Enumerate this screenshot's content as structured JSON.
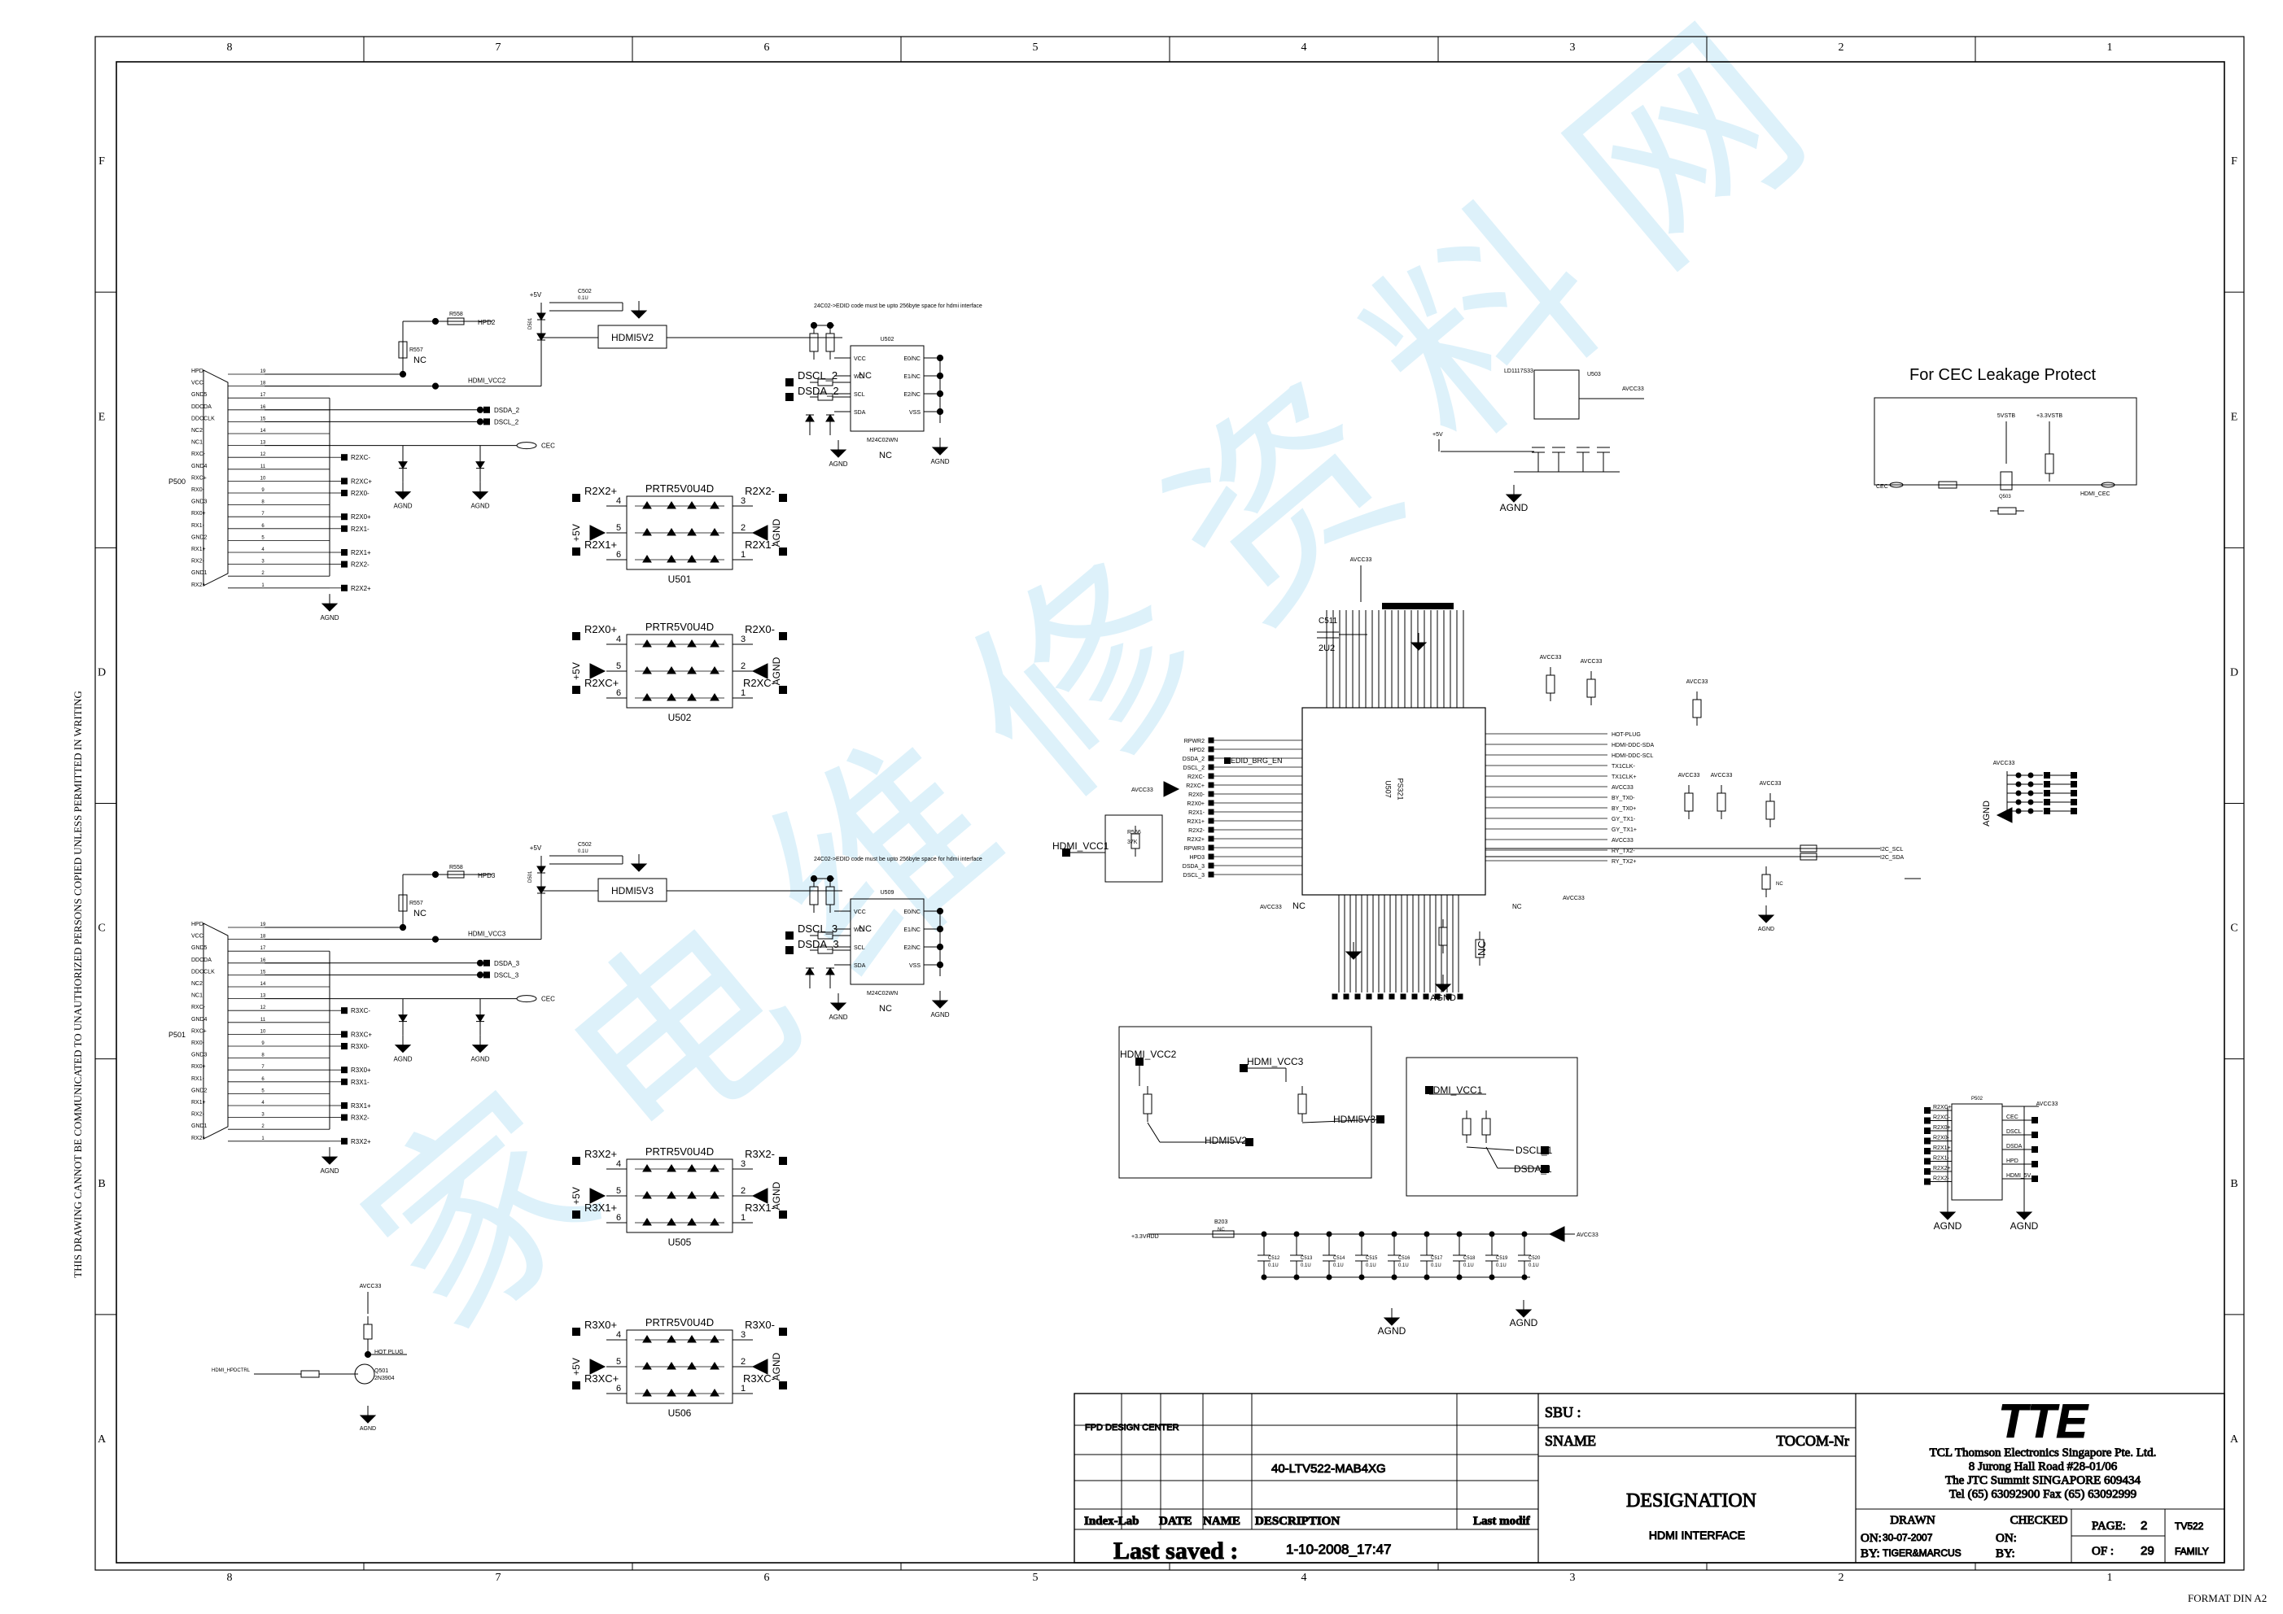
{
  "border": {
    "columns": [
      "8",
      "7",
      "6",
      "5",
      "4",
      "3",
      "2",
      "1"
    ],
    "rows": [
      "F",
      "E",
      "D",
      "C",
      "B",
      "A"
    ],
    "side_note": "THIS DRAWING CANNOT BE COMMUNICATED TO UNAUTHORIZED PERSONS COPIED UNLESS PERMITTED IN WRITING",
    "format": "FORMAT DIN A2"
  },
  "watermark": "家电维修资料网",
  "cec": {
    "title": "For CEC Leakage Protect",
    "net_in": "CEC",
    "net_out": "HDMI_CEC",
    "q": "Q503",
    "supply_a": "5VSTB",
    "supply_b": "+3.3VSTB"
  },
  "connectors": [
    {
      "ref": "P500",
      "pins": [
        "HPD",
        "VCC",
        "GND5",
        "DDCDA",
        "DDCCLK",
        "NC2",
        "NC1",
        "RXC-",
        "GND4",
        "RXC+",
        "RX0-",
        "GND3",
        "RX0+",
        "RX1-",
        "GND2",
        "RX1+",
        "RX2-",
        "GND1",
        "RX2+"
      ],
      "sig": [
        "R2XC-",
        "R2XC+",
        "R2X0-",
        "R2X0+",
        "R2X1-",
        "R2X1+",
        "R2X2-",
        "R2X2+"
      ],
      "ddc_a": "DSDA_2",
      "ddc_b": "DSCL_2",
      "hpd": "HPD2",
      "pwr": "RPWR2",
      "vcc": "HDMI_VCC2",
      "box": "HDMI5V2",
      "note": "24C02->EDID code must be upto 256byte space for hdmi interface",
      "eeprom": "U502",
      "dscl": "DSCL_2",
      "dsda": "DSDA_2"
    },
    {
      "ref": "P501",
      "pins": [
        "HPD",
        "VCC",
        "GND5",
        "DDCDA",
        "DDCCLK",
        "NC2",
        "NC1",
        "RXC-",
        "GND4",
        "RXC+",
        "RX0-",
        "GND3",
        "RX0+",
        "RX1-",
        "GND2",
        "RX1+",
        "RX2-",
        "GND1",
        "RX2+"
      ],
      "sig": [
        "R3XC-",
        "R3XC+",
        "R3X0-",
        "R3X0+",
        "R3X1-",
        "R3X1+",
        "R3X2-",
        "R3X2+"
      ],
      "ddc_a": "DSDA_3",
      "ddc_b": "DSCL_3",
      "hpd": "HPD3",
      "pwr": "RPWR3",
      "vcc": "HDMI_VCC3",
      "box": "HDMI5V3",
      "note": "24C02->EDID code must be upto 256byte space for hdmi interface",
      "eeprom": "U509",
      "dscl": "DSCL_3",
      "dsda": "DSDA_3"
    }
  ],
  "esd": [
    {
      "ref": "U501",
      "part": "PRTR5V0U4D",
      "tl": "R2X2+",
      "tr": "R2X2-",
      "bl": "R2X1+",
      "br": "R2X1-"
    },
    {
      "ref": "U502",
      "part": "PRTR5V0U4D",
      "tl": "R2X0+",
      "tr": "R2X0-",
      "bl": "R2XC+",
      "br": "R2XC-"
    },
    {
      "ref": "U505",
      "part": "PRTR5V0U4D",
      "tl": "R3X2+",
      "tr": "R3X2-",
      "bl": "R3X1+",
      "br": "R3X1-"
    },
    {
      "ref": "U506",
      "part": "PRTR5V0U4D",
      "tl": "R3X0+",
      "tr": "R3X0-",
      "bl": "R3XC+",
      "br": "R3XC-"
    }
  ],
  "esd_pins": [
    "4",
    "3",
    "5",
    "2",
    "6",
    "1"
  ],
  "nets": {
    "plus5v": "+5V",
    "agnd": "AGND",
    "nc": "NC",
    "avcc": "AVCC33",
    "v33": "+3.3VHDD"
  },
  "eeprom_pins": [
    "VCC",
    "WC",
    "SCL",
    "SDA",
    "E0/NC",
    "E1/NC",
    "E2/NC",
    "VSS"
  ],
  "regulator": {
    "ref": "U503",
    "part": "LD1117S33",
    "input": "+5V",
    "output": "AVCC33",
    "gnd": "AGND"
  },
  "main_ic": {
    "ref": "U507",
    "part": "PS321",
    "cap": "C511",
    "cap_val": "2U2",
    "res": "R566",
    "res_val": "37K",
    "vcc": "HDMI_VCC1",
    "edid": "EDID_BRG_EN",
    "left_nets": [
      "RPWR2",
      "HPD2",
      "DSDA_2",
      "DSCL_2",
      "R2XC-",
      "R2XC+",
      "R2X0-",
      "R2X0+",
      "R2X1-",
      "R2X1+",
      "R2X2-",
      "R2X2+",
      "RPWR3",
      "HPD3",
      "DSDA_3",
      "DSCL_3"
    ],
    "right_nets": [
      "HOT-PLUG",
      "HDMI-DDC-SDA",
      "HDMI-DDC-SCL",
      "TX1CLK-",
      "TX1CLK+",
      "AVCC33",
      "BY_TX0-",
      "BY_TX0+",
      "GY_TX1-",
      "GY_TX1+",
      "AVCC33",
      "RY_TX2-",
      "RY_TX2+"
    ],
    "i2c": [
      "I2C_SCL",
      "I2C_SDA"
    ]
  },
  "vcc_boxes": [
    {
      "a": "HDMI_VCC2",
      "b": "HDMI_VCC3",
      "c": "HDMI5V3",
      "d": "HDMI5V2"
    },
    {
      "a": "HDMI_VCC1",
      "b": "DSCL_1",
      "c": "DSDA_1"
    }
  ],
  "caps": [
    "C512",
    "C513",
    "C514",
    "C515",
    "C516",
    "C517",
    "C518",
    "C519",
    "C520"
  ],
  "cap_val": "0.1U",
  "bead": "B203",
  "hotplug": {
    "q": "Q501",
    "part": "2N3904",
    "net": "HOT PLUG",
    "in": "HDMI_HPDCTRL"
  },
  "header": {
    "ref": "P502",
    "left": [
      "R2XC+",
      "R2XC-",
      "R2X0+",
      "R2X0-",
      "R2X1+",
      "R2X1-",
      "R2X2+",
      "R2X2-"
    ],
    "right": [
      "CEC",
      "DSCL",
      "DSDA",
      "HPD",
      "HDMI_5V"
    ]
  },
  "title_block": {
    "design_center": "FPD DESIGN CENTER",
    "part_no": "40-LTV522-MAB4XG",
    "cols": [
      "Index-Lab",
      "DATE",
      "NAME",
      "DESCRIPTION",
      "Last modif"
    ],
    "last_saved_label": "Last saved :",
    "last_saved": "1-10-2008_17:47",
    "sbu": "SBU :",
    "sname": "SNAME",
    "tocom": "TOCOM-Nr",
    "designation": "DESIGNATION",
    "subtitle": "HDMI INTERFACE",
    "logo": "TTE",
    "company": [
      "TCL Thomson Electronics Singapore Pte. Ltd.",
      "8 Jurong Hall Road #28-01/06",
      "The JTC Summit SINGAPORE 609434",
      "Tel (65) 63092900 Fax (65) 63092999"
    ],
    "drawn": "DRAWN",
    "checked": "CHECKED",
    "on_label": "ON:",
    "by_label": "BY:",
    "drawn_on": "30-07-2007",
    "drawn_by": "TIGER&MARCUS",
    "page_label": "PAGE:",
    "page": "2",
    "of_label": "OF :",
    "of": "29",
    "project": "TV522",
    "family": "FAMILY"
  }
}
